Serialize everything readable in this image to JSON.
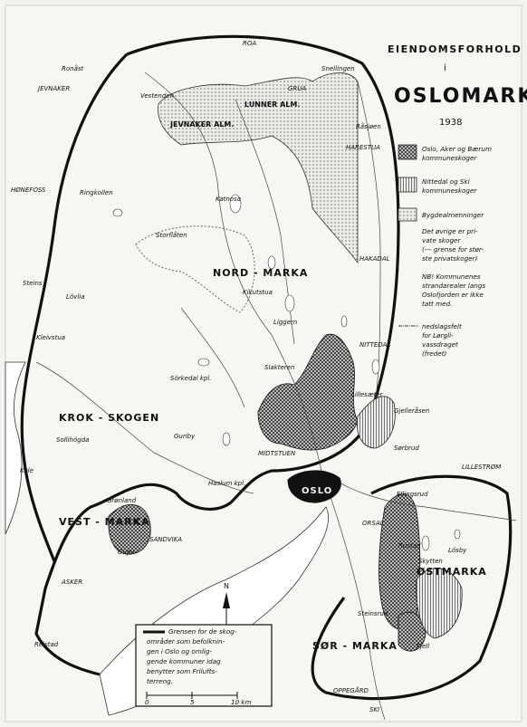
{
  "title": {
    "line1": "EIENDOMSFORHOLD",
    "line2": "i",
    "line3": "OSLOMARKA",
    "year": "1938"
  },
  "legend": {
    "items": [
      {
        "pattern": "crosshatch",
        "line1": "Oslo, Aker og Bærum",
        "line2": "kommuneskoger"
      },
      {
        "pattern": "vertical-hatch",
        "line1": "Nittedal og Ski",
        "line2": "kommuneskoger"
      },
      {
        "pattern": "dots",
        "line1": "Bygdealmenninger",
        "line2": ""
      },
      {
        "pattern": "blank",
        "line1": "Det øvrige er pri-",
        "line2": "vate skoger",
        "line3": "(--- grense for stør-",
        "line4": "ste privatskoger)"
      },
      {
        "pattern": "none",
        "line1": "NB! Kommunenes",
        "line2": "strandarealer langs",
        "line3": "Oslofjorden er ikke",
        "line4": "tatt med."
      },
      {
        "pattern": "dashdot",
        "line1": "nedslagsfelt",
        "line2": "for Lørgli-",
        "line3": "vassdraget",
        "line4": "(fredet)"
      }
    ]
  },
  "note": {
    "lines": [
      "Grensen for de skog-",
      "områder som befolknin-",
      "gen i Oslo og omlig-",
      "gende kommuner idag",
      "benytter som Frilufts-",
      "terreng."
    ]
  },
  "scale": {
    "ticks": [
      "0",
      "5",
      "10 km"
    ]
  },
  "north": "N",
  "regions": {
    "nordmarka": "NORD - MARKA",
    "krokskogen": "KROK - SKOGEN",
    "vestmarka": "VEST - MARKA",
    "ostmarka": "ØSTMARKA",
    "sormarka": "SØR - MARKA",
    "oslo": "OSLO",
    "jevnaker_alm": "JEVNAKER ALM.",
    "lunner_alm": "LUNNER ALM."
  },
  "places": [
    "ROA",
    "Ronåst",
    "Snellingen",
    "GRUA",
    "JEVNAKER",
    "Vestenden",
    "Råsjøen",
    "HARESTUA",
    "HØNEFOSS",
    "Ringkollen",
    "Katnosa",
    "Storflåten",
    "HAKADAL",
    "Steins",
    "Lövlia",
    "Kikutstua",
    "Liggern",
    "NITTEDAL",
    "Kleivstua",
    "Sörkedal kpl.",
    "Slakteren",
    "Lillesæter",
    "Gjelleråsen",
    "Sollihögda",
    "Guriby",
    "MIDTSTUEN",
    "Sørbrud",
    "LILLESTRØM",
    "Kole",
    "Haslum kpl.",
    "Ellingsrud",
    "Grønland",
    "Gupu",
    "SANDVIKA",
    "ORSAL",
    "Rustad",
    "Lösby",
    "Skytten",
    "ASKER",
    "Steinsrud",
    "Reistad",
    "Fjell",
    "OPPEGÅRD",
    "SKI"
  ],
  "colors": {
    "ink": "#111111",
    "paper": "#f4f2ee"
  }
}
